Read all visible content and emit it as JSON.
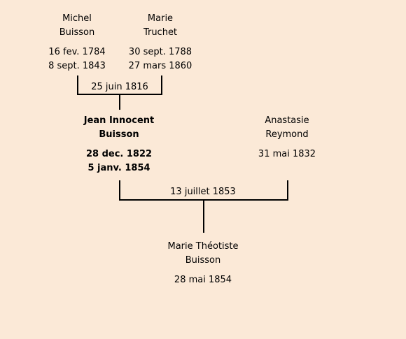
{
  "persons": {
    "father_father": {
      "first": "Michel",
      "last": "Buisson",
      "birth": "16 fev. 1784",
      "death": "8 sept. 1843"
    },
    "father_mother": {
      "first": "Marie",
      "last": "Truchet",
      "birth": "30 sept. 1788",
      "death": "27 mars 1860"
    },
    "father": {
      "first": "Jean Innocent",
      "last": "Buisson",
      "birth": "28 dec. 1822",
      "death": "5 janv. 1854"
    },
    "mother": {
      "first": "Anastasie",
      "last": "Reymond",
      "birth": "31 mai 1832"
    },
    "child": {
      "first": "Marie Théotiste",
      "last": "Buisson",
      "birth": "28 mai 1854"
    }
  },
  "marriages": {
    "grandparents": "25 juin 1816",
    "parents": "13 juillet 1853"
  }
}
